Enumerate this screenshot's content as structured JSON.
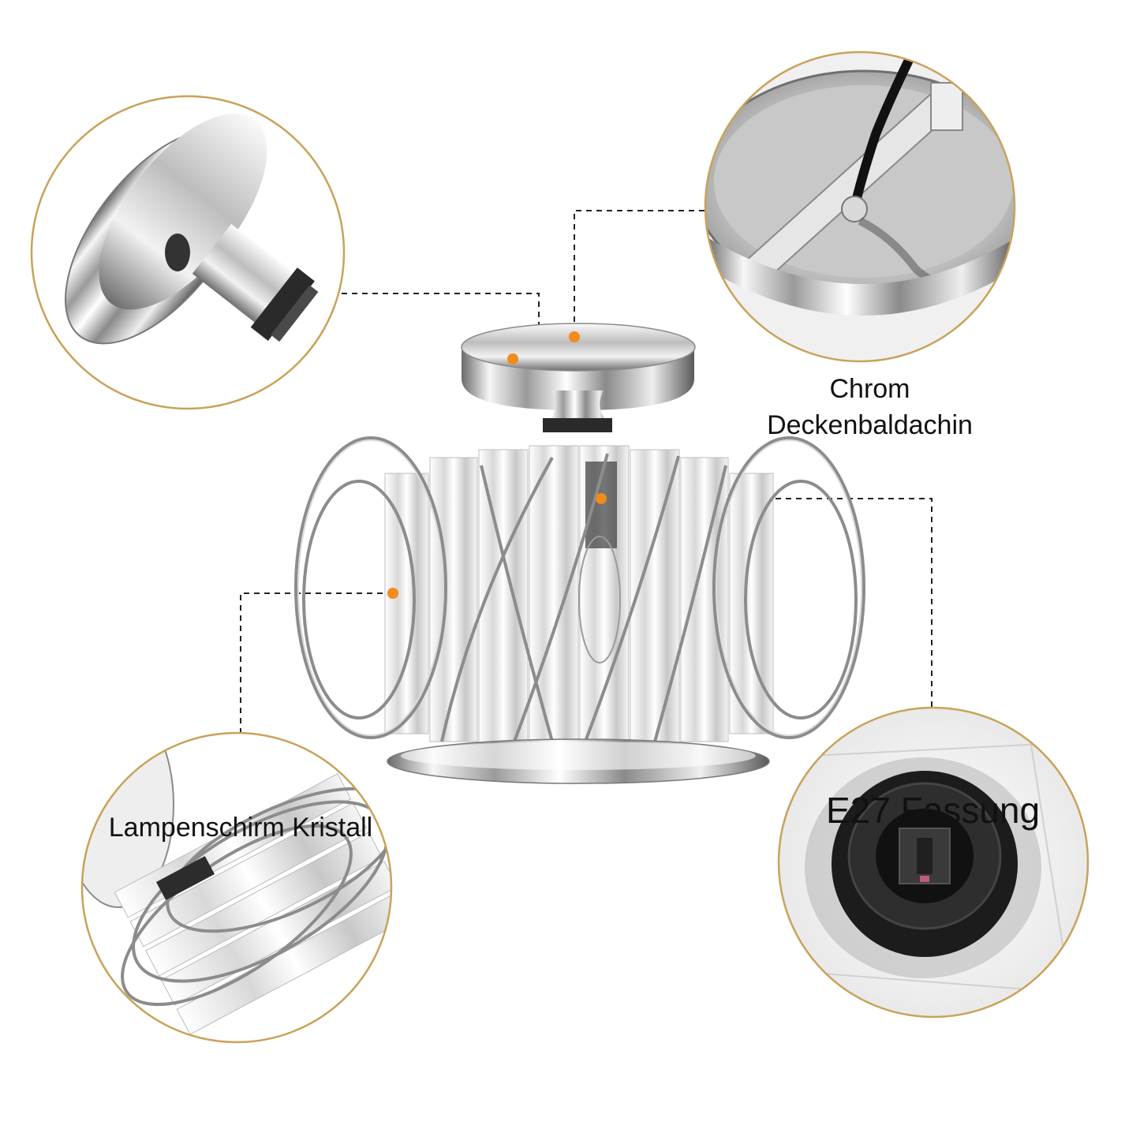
{
  "labels": {
    "canopy_line1": "Chrom",
    "canopy_line2": "Deckenbaldachin",
    "shade": "Lampenschirm Kristall",
    "socket": "E27 Fassung"
  },
  "colors": {
    "callout_ring": "#c9a25a",
    "marker_dot": "#f28c1a",
    "leader_line": "#222222",
    "chrome_light": "#f4f4f4",
    "chrome_dark": "#555555",
    "socket_black": "#1c1c1c"
  },
  "icons": {
    "marker": "orange-dot",
    "product": "crystal-ceiling-lamp"
  }
}
